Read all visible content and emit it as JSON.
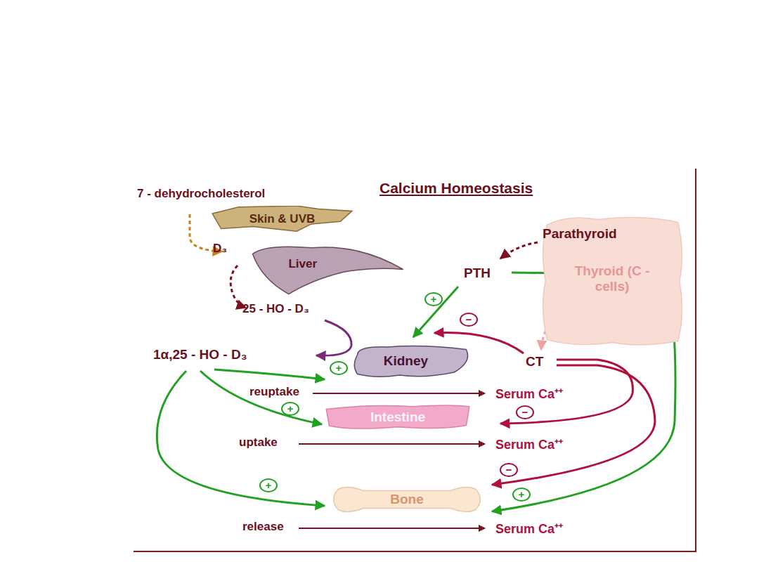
{
  "diagram": {
    "title": "Calcium Homeostasis",
    "nodes": [
      {
        "text": [
          "Skin & UVB"
        ]
      },
      {
        "text": [
          "Liver"
        ]
      },
      {
        "text": [
          "Parathyroid",
          "Thyroid (C - cells)"
        ]
      },
      {
        "text": [
          "Kidney"
        ]
      },
      {
        "text": [
          "Intestine"
        ]
      },
      {
        "text": [
          "Bone"
        ]
      }
    ],
    "labels": [
      "7 - dehydrocholesterol",
      "D₃",
      "25 - HO - D₃",
      "1α,25 - HO - D₃",
      "PTH",
      "CT",
      "reuptake",
      "Serum Ca⁺⁺",
      "uptake",
      "Serum Ca⁺⁺",
      "release",
      "Serum Ca⁺⁺",
      "+",
      "+",
      "+",
      "+",
      "+",
      "−",
      "−",
      "−"
    ]
  }
}
